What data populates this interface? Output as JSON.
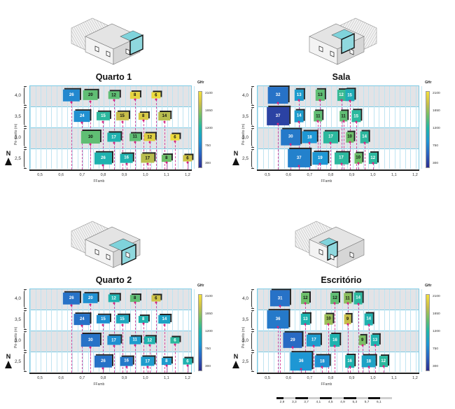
{
  "figure": {
    "colorbar": {
      "title": "GHr",
      "ticks": [
        "2100",
        "1650",
        "1200",
        "750",
        "300"
      ]
    },
    "north_label": "N",
    "scale_bar": {
      "labels": [
        "2,9",
        "3,3",
        "3,7",
        "4,1",
        "4,5",
        "4,9",
        "5,3",
        "5,7",
        "6,1"
      ]
    }
  },
  "chart_data": [
    {
      "type": "scatter",
      "title": "Quarto 1",
      "xlabel": "FFamb",
      "ylabel": "Pé-direito (m)",
      "xlim": [
        0.45,
        1.22
      ],
      "x_ticks": [
        "0,5",
        "0,6",
        "0,7",
        "0,8",
        "0,9",
        "1,0",
        "1,1",
        "1,2"
      ],
      "y_ticks": [
        "4,0",
        "3,5",
        "3,0",
        "2,5"
      ],
      "colorbar": {
        "label": "GHr",
        "range": [
          300,
          2100
        ]
      },
      "points": [
        {
          "row": "4,0",
          "x": 0.65,
          "label": "26",
          "ghr": 800,
          "size": 26
        },
        {
          "row": "4,0",
          "x": 0.74,
          "label": "20",
          "ghr": 1450,
          "size": 20
        },
        {
          "row": "4,0",
          "x": 0.85,
          "label": "12",
          "ghr": 1450,
          "size": 12
        },
        {
          "row": "4,0",
          "x": 0.95,
          "label": "8",
          "ghr": 2000,
          "size": 8
        },
        {
          "row": "4,0",
          "x": 1.05,
          "label": "6",
          "ghr": 2050,
          "size": 6
        },
        {
          "row": "3,5",
          "x": 0.7,
          "label": "24",
          "ghr": 850,
          "size": 24
        },
        {
          "row": "3,5",
          "x": 0.8,
          "label": "15",
          "ghr": 1250,
          "size": 15
        },
        {
          "row": "3,5",
          "x": 0.89,
          "label": "15",
          "ghr": 1800,
          "size": 15
        },
        {
          "row": "3,5",
          "x": 0.99,
          "label": "8",
          "ghr": 1900,
          "size": 8
        },
        {
          "row": "3,5",
          "x": 1.09,
          "label": "14",
          "ghr": 1750,
          "size": 14
        },
        {
          "row": "3,0",
          "x": 0.74,
          "label": "30",
          "ghr": 1450,
          "size": 30
        },
        {
          "row": "3,0",
          "x": 0.85,
          "label": "17",
          "ghr": 1150,
          "size": 17
        },
        {
          "row": "3,0",
          "x": 0.95,
          "label": "11",
          "ghr": 1450,
          "size": 11
        },
        {
          "row": "3,0",
          "x": 1.02,
          "label": "12",
          "ghr": 1950,
          "size": 12
        },
        {
          "row": "3,0",
          "x": 1.14,
          "label": "6",
          "ghr": 2050,
          "size": 6
        },
        {
          "row": "2,5",
          "x": 0.8,
          "label": "26",
          "ghr": 1150,
          "size": 26
        },
        {
          "row": "2,5",
          "x": 0.91,
          "label": "16",
          "ghr": 1150,
          "size": 16
        },
        {
          "row": "2,5",
          "x": 1.01,
          "label": "17",
          "ghr": 1750,
          "size": 17
        },
        {
          "row": "2,5",
          "x": 1.1,
          "label": "8",
          "ghr": 1500,
          "size": 8
        },
        {
          "row": "2,5",
          "x": 1.2,
          "label": "6",
          "ghr": 1850,
          "size": 6
        }
      ]
    },
    {
      "type": "scatter",
      "title": "Sala",
      "xlabel": "FFamb",
      "ylabel": "Pé-direito (m)",
      "xlim": [
        0.45,
        1.22
      ],
      "x_ticks": [
        "0,5",
        "0,6",
        "0,7",
        "0,8",
        "0,9",
        "1,0",
        "1,1",
        "1,2"
      ],
      "y_ticks": [
        "4,0",
        "3,5",
        "3,0",
        "2,5"
      ],
      "colorbar": {
        "label": "GHr",
        "range": [
          300,
          2100
        ]
      },
      "points": [
        {
          "row": "4,0",
          "x": 0.55,
          "label": "32",
          "ghr": 650,
          "size": 32
        },
        {
          "row": "4,0",
          "x": 0.65,
          "label": "13",
          "ghr": 950,
          "size": 13
        },
        {
          "row": "4,0",
          "x": 0.75,
          "label": "13",
          "ghr": 1450,
          "size": 13
        },
        {
          "row": "4,0",
          "x": 0.85,
          "label": "12",
          "ghr": 1300,
          "size": 12
        },
        {
          "row": "4,0",
          "x": 0.89,
          "label": "15",
          "ghr": 1100,
          "size": 15
        },
        {
          "row": "3,5",
          "x": 0.55,
          "label": "37",
          "ghr": 400,
          "size": 37
        },
        {
          "row": "3,5",
          "x": 0.65,
          "label": "14",
          "ghr": 950,
          "size": 14
        },
        {
          "row": "3,5",
          "x": 0.74,
          "label": "11",
          "ghr": 1450,
          "size": 11
        },
        {
          "row": "3,5",
          "x": 0.86,
          "label": "11",
          "ghr": 1450,
          "size": 11
        },
        {
          "row": "3,5",
          "x": 0.92,
          "label": "15",
          "ghr": 1250,
          "size": 15
        },
        {
          "row": "3,0",
          "x": 0.61,
          "label": "30",
          "ghr": 700,
          "size": 30
        },
        {
          "row": "3,0",
          "x": 0.7,
          "label": "18",
          "ghr": 900,
          "size": 18
        },
        {
          "row": "3,0",
          "x": 0.8,
          "label": "17",
          "ghr": 1250,
          "size": 17
        },
        {
          "row": "3,0",
          "x": 0.89,
          "label": "10",
          "ghr": 1500,
          "size": 10
        },
        {
          "row": "3,0",
          "x": 0.96,
          "label": "14",
          "ghr": 1250,
          "size": 14
        },
        {
          "row": "2,5",
          "x": 0.65,
          "label": "37",
          "ghr": 750,
          "size": 37
        },
        {
          "row": "2,5",
          "x": 0.75,
          "label": "19",
          "ghr": 900,
          "size": 19
        },
        {
          "row": "2,5",
          "x": 0.85,
          "label": "17",
          "ghr": 1250,
          "size": 17
        },
        {
          "row": "2,5",
          "x": 0.93,
          "label": "10",
          "ghr": 1500,
          "size": 10
        },
        {
          "row": "2,5",
          "x": 1.0,
          "label": "12",
          "ghr": 1250,
          "size": 12
        }
      ]
    },
    {
      "type": "scatter",
      "title": "Quarto 2",
      "xlabel": "FFamb",
      "ylabel": "Pé-direito (m)",
      "xlim": [
        0.45,
        1.22
      ],
      "x_ticks": [
        "0,5",
        "0,6",
        "0,7",
        "0,8",
        "0,9",
        "1,0",
        "1,1",
        "1,2"
      ],
      "y_ticks": [
        "4,0",
        "3,5",
        "3,0",
        "2,5"
      ],
      "colorbar": {
        "label": "GHr",
        "range": [
          300,
          2100
        ]
      },
      "points": [
        {
          "row": "4,0",
          "x": 0.65,
          "label": "26",
          "ghr": 650,
          "size": 26
        },
        {
          "row": "4,0",
          "x": 0.74,
          "label": "20",
          "ghr": 850,
          "size": 20
        },
        {
          "row": "4,0",
          "x": 0.85,
          "label": "12",
          "ghr": 1150,
          "size": 12
        },
        {
          "row": "4,0",
          "x": 0.95,
          "label": "8",
          "ghr": 1450,
          "size": 8
        },
        {
          "row": "4,0",
          "x": 1.05,
          "label": "6",
          "ghr": 1850,
          "size": 6
        },
        {
          "row": "3,5",
          "x": 0.7,
          "label": "24",
          "ghr": 650,
          "size": 24
        },
        {
          "row": "3,5",
          "x": 0.8,
          "label": "15",
          "ghr": 850,
          "size": 15
        },
        {
          "row": "3,5",
          "x": 0.89,
          "label": "15",
          "ghr": 1050,
          "size": 15
        },
        {
          "row": "3,5",
          "x": 0.99,
          "label": "8",
          "ghr": 1150,
          "size": 8
        },
        {
          "row": "3,5",
          "x": 1.09,
          "label": "14",
          "ghr": 1000,
          "size": 14
        },
        {
          "row": "3,0",
          "x": 0.74,
          "label": "30",
          "ghr": 650,
          "size": 30
        },
        {
          "row": "3,0",
          "x": 0.85,
          "label": "17",
          "ghr": 850,
          "size": 17
        },
        {
          "row": "3,0",
          "x": 0.95,
          "label": "11",
          "ghr": 950,
          "size": 11
        },
        {
          "row": "3,0",
          "x": 1.02,
          "label": "12",
          "ghr": 1150,
          "size": 12
        },
        {
          "row": "3,0",
          "x": 1.14,
          "label": "6",
          "ghr": 1250,
          "size": 6
        },
        {
          "row": "2,5",
          "x": 0.8,
          "label": "26",
          "ghr": 650,
          "size": 26
        },
        {
          "row": "2,5",
          "x": 0.91,
          "label": "16",
          "ghr": 700,
          "size": 16
        },
        {
          "row": "2,5",
          "x": 1.01,
          "label": "17",
          "ghr": 950,
          "size": 17
        },
        {
          "row": "2,5",
          "x": 1.1,
          "label": "8",
          "ghr": 950,
          "size": 8
        },
        {
          "row": "2,5",
          "x": 1.2,
          "label": "6",
          "ghr": 1150,
          "size": 6
        }
      ]
    },
    {
      "type": "scatter",
      "title": "Escritório",
      "xlabel": "FFamb",
      "ylabel": "Pé-direito (m)",
      "xlim": [
        0.45,
        1.22
      ],
      "x_ticks": [
        "0,5",
        "0,6",
        "0,7",
        "0,8",
        "0,9",
        "1,0",
        "1,1",
        "1,2"
      ],
      "y_ticks": [
        "4,0",
        "3,5",
        "3,0",
        "2,5"
      ],
      "colorbar": {
        "label": "GHr",
        "range": [
          300,
          2100
        ]
      },
      "points": [
        {
          "row": "4,0",
          "x": 0.56,
          "label": "31",
          "ghr": 650,
          "size": 31
        },
        {
          "row": "4,0",
          "x": 0.68,
          "label": "12",
          "ghr": 1500,
          "size": 12
        },
        {
          "row": "4,0",
          "x": 0.82,
          "label": "12",
          "ghr": 1450,
          "size": 12
        },
        {
          "row": "4,0",
          "x": 0.88,
          "label": "11",
          "ghr": 1600,
          "size": 11
        },
        {
          "row": "4,0",
          "x": 0.93,
          "label": "14",
          "ghr": 1250,
          "size": 14
        },
        {
          "row": "3,5",
          "x": 0.55,
          "label": "36",
          "ghr": 700,
          "size": 36
        },
        {
          "row": "3,5",
          "x": 0.68,
          "label": "13",
          "ghr": 1150,
          "size": 13
        },
        {
          "row": "3,5",
          "x": 0.79,
          "label": "10",
          "ghr": 1650,
          "size": 10
        },
        {
          "row": "3,5",
          "x": 0.88,
          "label": "9",
          "ghr": 1800,
          "size": 9
        },
        {
          "row": "3,5",
          "x": 0.98,
          "label": "14",
          "ghr": 1150,
          "size": 14
        },
        {
          "row": "3,0",
          "x": 0.62,
          "label": "29",
          "ghr": 600,
          "size": 29
        },
        {
          "row": "3,0",
          "x": 0.72,
          "label": "17",
          "ghr": 950,
          "size": 17
        },
        {
          "row": "3,0",
          "x": 0.82,
          "label": "16",
          "ghr": 1150,
          "size": 16
        },
        {
          "row": "3,0",
          "x": 0.95,
          "label": "9",
          "ghr": 1550,
          "size": 9
        },
        {
          "row": "3,0",
          "x": 1.01,
          "label": "13",
          "ghr": 1150,
          "size": 13
        },
        {
          "row": "2,5",
          "x": 0.66,
          "label": "36",
          "ghr": 900,
          "size": 36
        },
        {
          "row": "2,5",
          "x": 0.76,
          "label": "18",
          "ghr": 850,
          "size": 18
        },
        {
          "row": "2,5",
          "x": 0.89,
          "label": "16",
          "ghr": 1150,
          "size": 16
        },
        {
          "row": "2,5",
          "x": 0.98,
          "label": "18",
          "ghr": 1000,
          "size": 18
        },
        {
          "row": "2,5",
          "x": 1.05,
          "label": "12",
          "ghr": 1250,
          "size": 12
        }
      ]
    }
  ]
}
